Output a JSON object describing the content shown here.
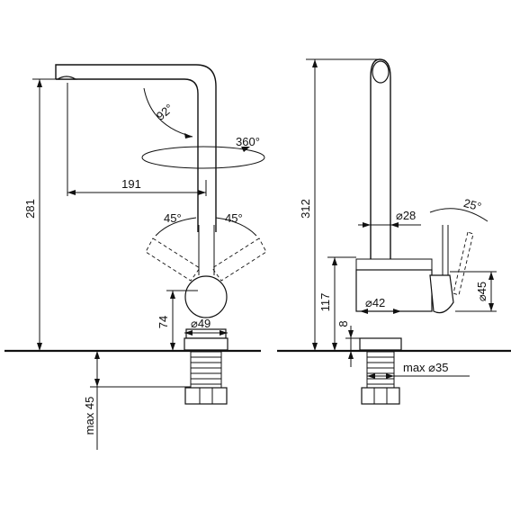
{
  "dimensions": {
    "overall_height_front": "281",
    "reach": "191",
    "swivel_angle": "360°",
    "spout_angle": "92°",
    "lever_left_angle": "45°",
    "lever_right_angle": "45°",
    "body_height_front": "74",
    "base_diameter": "⌀49",
    "max_counter_thickness": "max 45",
    "overall_height_side": "312",
    "spout_diameter": "⌀28",
    "lever_tilt_angle": "25°",
    "lever_height": "117",
    "body_diameter_side": "⌀42",
    "handle_diameter": "⌀45",
    "base_ring": "8",
    "max_hole_diameter": "max ⌀35"
  }
}
